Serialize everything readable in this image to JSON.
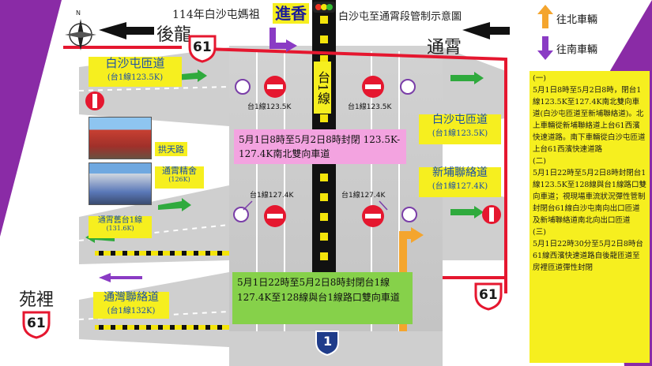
{
  "title": {
    "prefix": "114年白沙屯媽祖",
    "highlight": "進香",
    "suffix": "白沙屯至通霄段管制示意圖"
  },
  "compass": {
    "north": "N"
  },
  "places": {
    "houlong": "後龍",
    "tongxiao": "通霄",
    "yuanli": "苑裡"
  },
  "route_shields": {
    "prov61": "61",
    "nat1": "1"
  },
  "legend": {
    "north_label": "往北車輛",
    "south_label": "往南車輛",
    "north_color": "#f4a52e",
    "south_color": "#7a3ea8"
  },
  "labels": {
    "baishatun_ramp_left": {
      "name": "白沙屯匝道",
      "km": "(台1線123.5K)"
    },
    "baishatun_ramp_right": {
      "name": "白沙屯匝道",
      "km": "(台1線123.5K)"
    },
    "xinpu_ramp": {
      "name": "新埔聯絡道",
      "km": "(台1線127.4K)"
    },
    "tongxiao_jingsi": {
      "name": "通霄精舍",
      "km": "(126K)"
    },
    "tongxiao_old": {
      "name": "通霄舊台1線",
      "km": "(131.6K)"
    },
    "tongwan_ramp": {
      "name": "通灣聯絡道",
      "km": "(台1線132K)"
    },
    "gongtian_road": "拱天路",
    "road_prov1": "台1線",
    "km_north_left": "台1線123.5K",
    "km_north_right": "台1線123.5K",
    "km_south_left": "台1線127.4K",
    "km_south_right": "台1線127.4K"
  },
  "notices": {
    "closure1": "5月1日8時至5月2日8時封閉 123.5K-127.4K南北雙向車道",
    "closure2": "5月1日22時至5月2日8時封閉台1線127.4K至128線與台1線路口雙向車道"
  },
  "panel": {
    "sec1_head": "(一)",
    "sec1_body": "5月1日8時至5月2日8時，閉台1線123.5K至127.4K南北雙向車道(白沙屯匝道至新埔聯絡道)。北上車輛從新埔聯絡道上台61西濱快速道路。南下車輛從白沙屯匝道上台61西濱快速道路",
    "sec2_head": "(二)",
    "sec2_body": "5月1日22時至5月2日8時封閉台1線123.5K至128線與台1線路口雙向車道；視現場車流狀況彈性管制封閉台61線白沙屯南向出口匝道及新埔聯絡道南北向出口匝道",
    "sec3_head": "(三)",
    "sec3_body": "5月1日22時30分至5月2日8時台61線西濱快速道路自後龍匝道至房裡匝道彈性封閉"
  }
}
